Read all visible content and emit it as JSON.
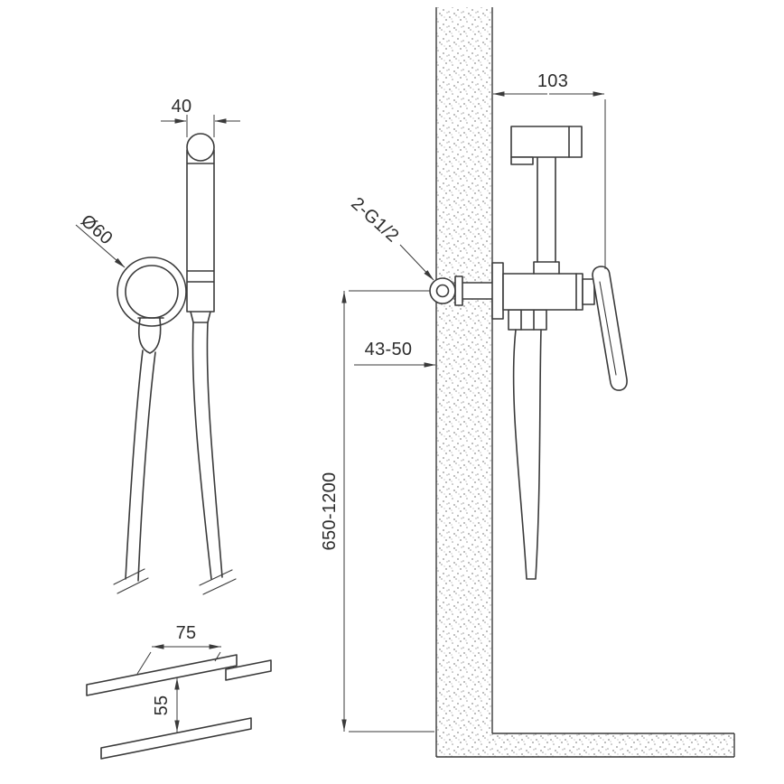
{
  "page": {
    "background_color": "#ffffff",
    "line_color": "#3a3a3a",
    "wall_stipple_color": "#8f8f8f",
    "description": "Technical installation drawing of a wall-mounted hygienic bidet shower mixer with hand spray, hose, wall section and mounting bracket detail"
  },
  "drawing": {
    "views": {
      "front_view": "front view of spray head with wall rosette and hose",
      "side_view": "side view mounted on wall section with floor",
      "detail_view": "holder bracket detail"
    },
    "dimensions": {
      "handle_width": "40",
      "rosette_diameter": "Ø60",
      "projection": "103",
      "thread_connection": "2-G1/2",
      "wall_thickness": "43-50",
      "mounting_height": "650-1200",
      "bracket_width": "75",
      "bracket_height": "55"
    }
  }
}
